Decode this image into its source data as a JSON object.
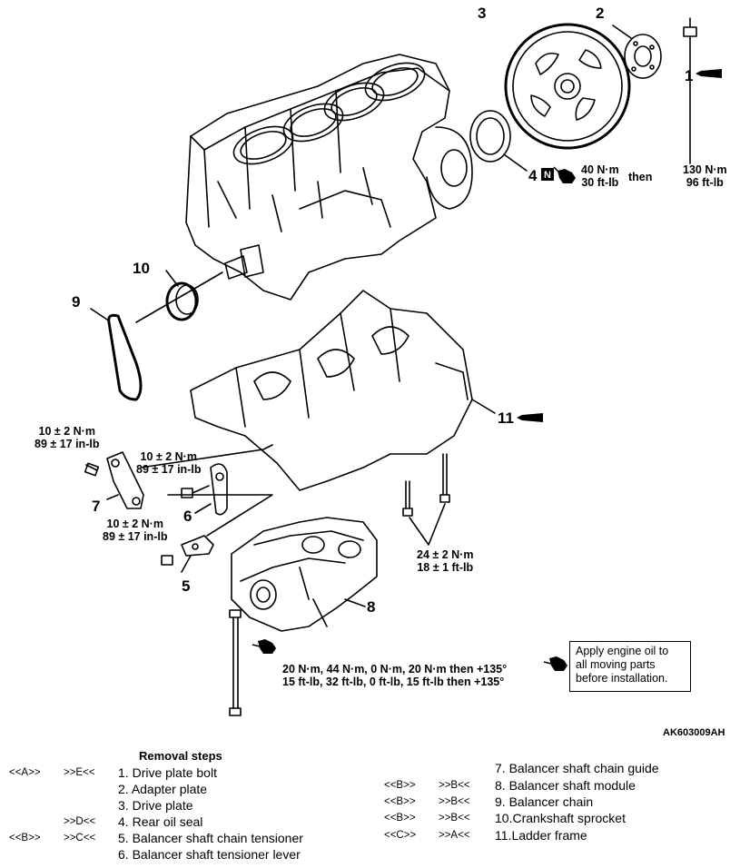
{
  "callouts": {
    "c1": "1",
    "c2": "2",
    "c3": "3",
    "c4": "4",
    "c5": "5",
    "c6": "6",
    "c7": "7",
    "c8": "8",
    "c9": "9",
    "c10": "10",
    "c11": "11"
  },
  "torques": {
    "t1_first_nm": "40 N·m",
    "t1_first_ftlb": "30 ft-lb",
    "t1_then": "then",
    "t1_second_nm": "130 N·m",
    "t1_second_ftlb": "96 ft-lb",
    "t7_nm": "10 ± 2 N·m",
    "t7_inlb": "89 ± 17 in-lb",
    "t6_nm": "10 ± 2 N·m",
    "t6_inlb": "89 ± 17 in-lb",
    "t5_nm": "10 ± 2 N·m",
    "t5_inlb": "89 ± 17 in-lb",
    "t11_nm": "24 ± 2 N·m",
    "t11_ftlb": "18 ± 1 ft-lb",
    "t8_nm": "20 N·m, 44 N·m, 0 N·m, 20 N·m then +135°",
    "t8_ftlb": "15 ft-lb, 32 ft-lb, 0 ft-lb, 15 ft-lb then +135°"
  },
  "note": {
    "line1": "Apply engine oil to",
    "line2": "all moving parts",
    "line3": "before installation."
  },
  "figure_code": "AK603009AH",
  "steps_title": "Removal steps",
  "steps": [
    {
      "a": "<<A>>",
      "b": ">>E<<",
      "num": "1.",
      "label": "Drive plate bolt"
    },
    {
      "a": "",
      "b": "",
      "num": "2.",
      "label": "Adapter plate"
    },
    {
      "a": "",
      "b": "",
      "num": "3.",
      "label": "Drive plate"
    },
    {
      "a": "",
      "b": ">>D<<",
      "num": "4.",
      "label": "Rear oil seal"
    },
    {
      "a": "<<B>>",
      "b": ">>C<<",
      "num": "5.",
      "label": "Balancer shaft chain tensioner"
    },
    {
      "a": "",
      "b": "",
      "num": "6.",
      "label": "Balancer shaft tensioner lever"
    },
    {
      "a": "",
      "b": "",
      "num": "7.",
      "label": "Balancer shaft chain guide"
    },
    {
      "a": "<<B>>",
      "b": ">>B<<",
      "num": "8.",
      "label": "Balancer shaft module"
    },
    {
      "a": "<<B>>",
      "b": ">>B<<",
      "num": "9.",
      "label": "Balancer chain"
    },
    {
      "a": "<<B>>",
      "b": ">>B<<",
      "num": "10.",
      "label": "Crankshaft sprocket"
    },
    {
      "a": "<<C>>",
      "b": ">>A<<",
      "num": "11.",
      "label": "Ladder frame"
    }
  ],
  "icons": [
    "oil-can-icon",
    "new-part-icon",
    "bolt-icon"
  ]
}
